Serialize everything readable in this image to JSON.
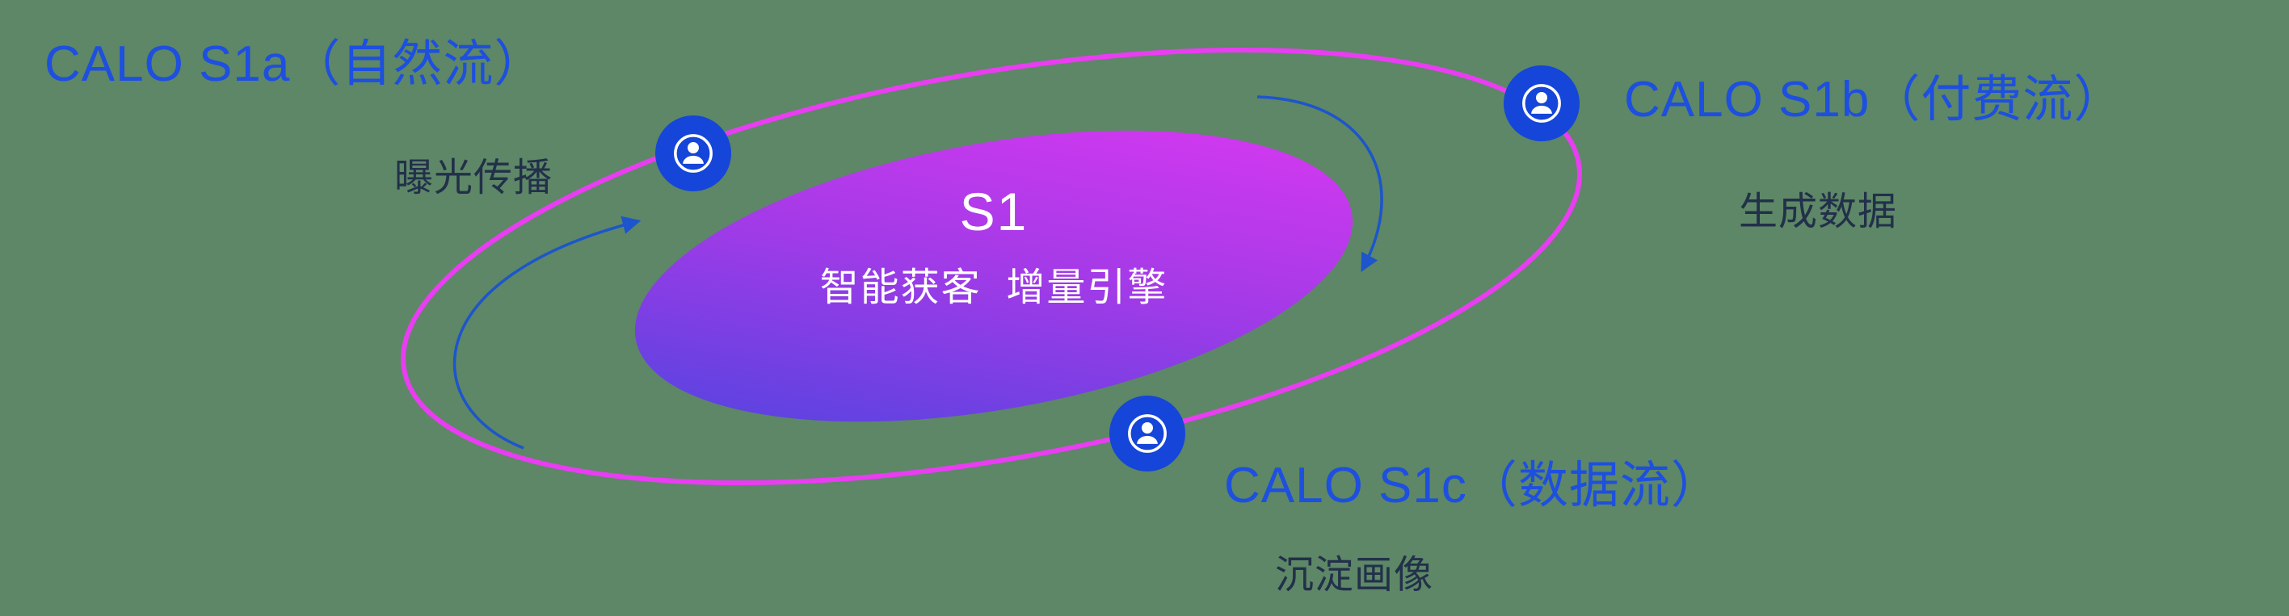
{
  "canvas": {
    "background_color": "#5d8766"
  },
  "center": {
    "title": "S1",
    "subtitle": "智能获客  增量引擎"
  },
  "nodes": [
    {
      "id": "s1a",
      "title": "CALO S1a（自然流）",
      "subtitle": "曝光传播"
    },
    {
      "id": "s1b",
      "title": "CALO S1b（付费流）",
      "subtitle": "生成数据"
    },
    {
      "id": "s1c",
      "title": "CALO S1c（数据流）",
      "subtitle": "沉淀画像"
    }
  ],
  "colors": {
    "title_blue": "#1d4fe0",
    "label_dark": "#22304a",
    "orbit_pink": "#e93df2",
    "node_blue": "#1545d9",
    "gradient_start": "#4745de",
    "gradient_end": "#e138f2",
    "arrow_blue": "#1c55cc",
    "text_white": "#ffffff"
  }
}
